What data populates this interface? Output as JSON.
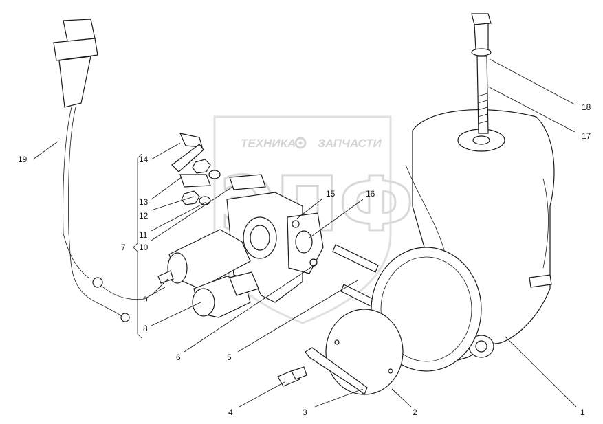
{
  "watermark": {
    "line1_left": "ТЕХНИКА",
    "line1_right": "ЗАПЧАСТИ",
    "monogram": "ЭПФ",
    "gear_icon": "gear-icon"
  },
  "callouts": [
    {
      "id": "1",
      "label": "1"
    },
    {
      "id": "2",
      "label": "2"
    },
    {
      "id": "3",
      "label": "3"
    },
    {
      "id": "4",
      "label": "4"
    },
    {
      "id": "5",
      "label": "5"
    },
    {
      "id": "6",
      "label": "6"
    },
    {
      "id": "7",
      "label": "7"
    },
    {
      "id": "8",
      "label": "8"
    },
    {
      "id": "9",
      "label": "9"
    },
    {
      "id": "10",
      "label": "10"
    },
    {
      "id": "11",
      "label": "11"
    },
    {
      "id": "12",
      "label": "12"
    },
    {
      "id": "13",
      "label": "13"
    },
    {
      "id": "14",
      "label": "14"
    },
    {
      "id": "15",
      "label": "15"
    },
    {
      "id": "16",
      "label": "16"
    },
    {
      "id": "17",
      "label": "17"
    },
    {
      "id": "18",
      "label": "18"
    },
    {
      "id": "19",
      "label": "19"
    }
  ]
}
